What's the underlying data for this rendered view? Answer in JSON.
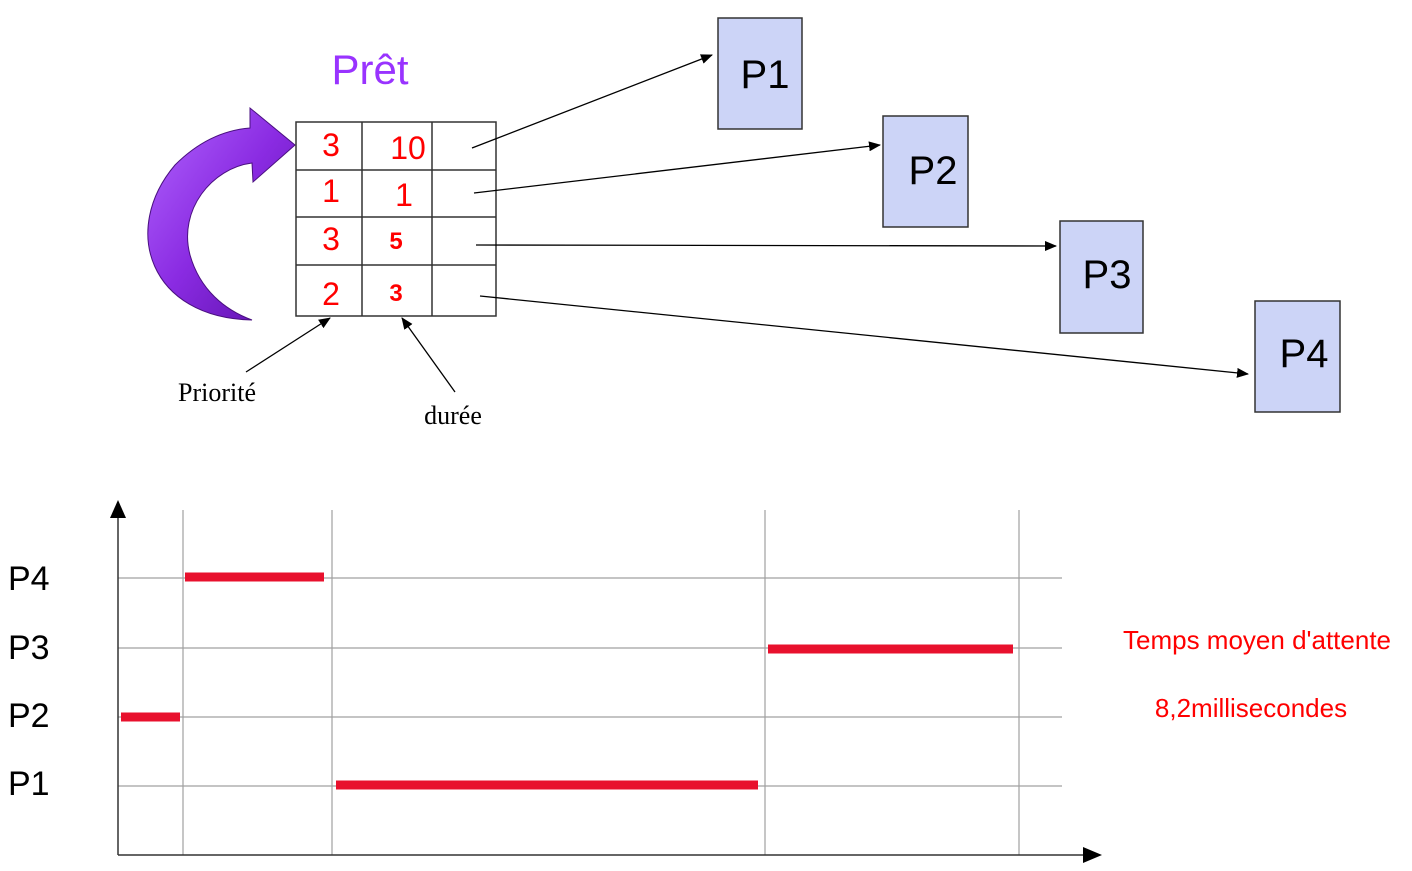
{
  "ready_queue": {
    "title": "Prêt",
    "rows": [
      {
        "priority": "3",
        "duration": "10"
      },
      {
        "priority": "1",
        "duration": "1"
      },
      {
        "priority": "3",
        "duration": "5"
      },
      {
        "priority": "2",
        "duration": "3"
      }
    ],
    "priority_label": "Priorité",
    "duration_label": "durée"
  },
  "processes": [
    "P1",
    "P2",
    "P3",
    "P4"
  ],
  "gantt": {
    "rows": [
      "P4",
      "P3",
      "P2",
      "P1"
    ],
    "bars": [
      {
        "process": "P2",
        "start": 0,
        "end": 1
      },
      {
        "process": "P4",
        "start": 1,
        "end": 4
      },
      {
        "process": "P1",
        "start": 4,
        "end": 14
      },
      {
        "process": "P3",
        "start": 14,
        "end": 19
      }
    ],
    "time_marks": [
      1,
      4,
      14,
      19
    ],
    "bar_color": "#e8112d"
  },
  "note": {
    "line1": "Temps moyen d'attente",
    "line2": "8,2millisecondes"
  },
  "colors": {
    "title": "#9933ff",
    "numbers": "#ff0000",
    "process_box": "#ccd4f7",
    "curved_arrow": "#8a2be2"
  }
}
